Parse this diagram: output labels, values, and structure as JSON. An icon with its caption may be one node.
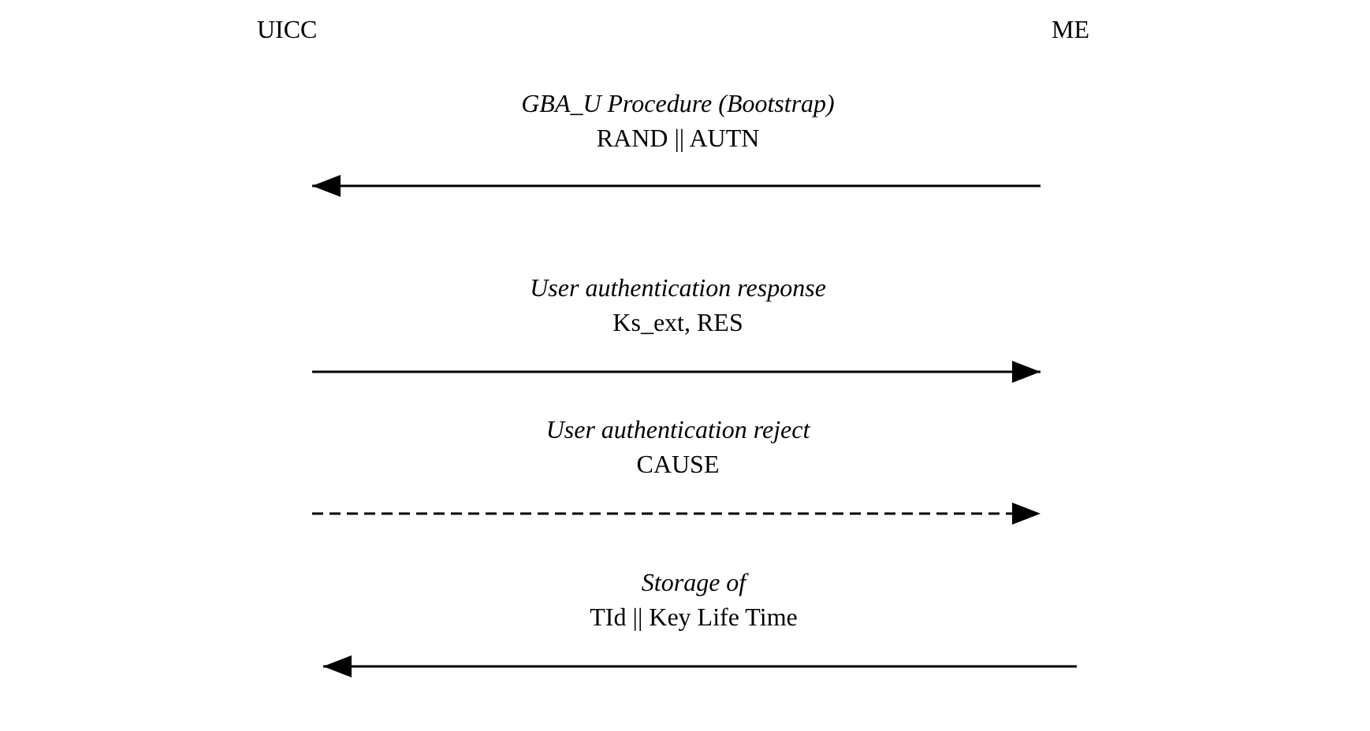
{
  "diagram": {
    "labels": [
      "UICC",
      "ME",
      "GBA_U Procedure (Bootstrap)",
      "RAND || AUTN",
      "User authentication response",
      "Ks_ext, RES",
      "User authentication reject",
      "CAUSE",
      "Storage of",
      "TId || Key Life Time"
    ]
  }
}
